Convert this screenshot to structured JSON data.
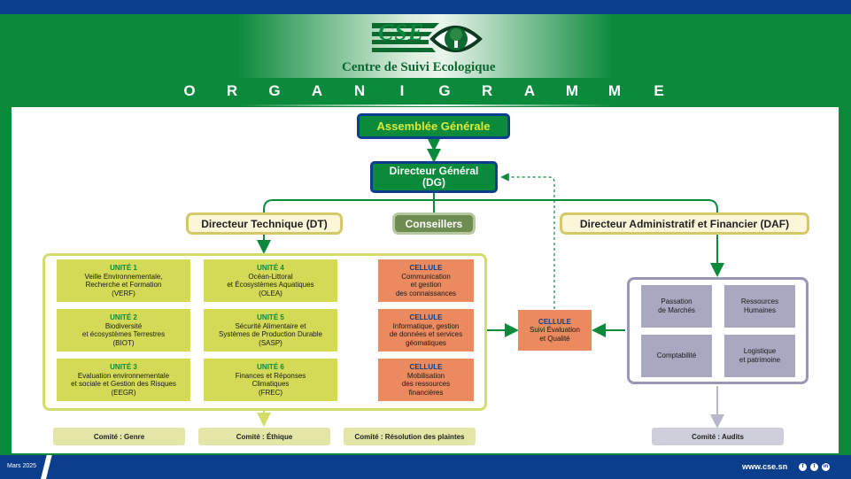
{
  "logo": {
    "acronym": "CSE",
    "name": "Centre de Suivi Ecologique"
  },
  "title_letters": [
    "O",
    "R",
    "G",
    "A",
    "N",
    "I",
    "G",
    "R",
    "A",
    "M",
    "M",
    "E"
  ],
  "nodes": {
    "assemblee": "Assemblée Générale",
    "dg_line1": "Directeur Général",
    "dg_line2": "(DG)",
    "dt": "Directeur Technique (DT)",
    "conseillers": "Conseillers",
    "daf": "Directeur Administratif et Financier (DAF)"
  },
  "units": [
    {
      "tag": "UNITÉ 1",
      "lines": [
        "Veille Environnementale,",
        "Recherche et Formation",
        "(VERF)"
      ]
    },
    {
      "tag": "UNITÉ 2",
      "lines": [
        "Biodiversité",
        "et écosystèmes Terrestres",
        "(BIOT)"
      ]
    },
    {
      "tag": "UNITÉ 3",
      "lines": [
        "Evaluation environnementale",
        "et sociale et Gestion des Risques",
        "(EEGR)"
      ]
    },
    {
      "tag": "UNITÉ 4",
      "lines": [
        "Océan-Littoral",
        "et Écosystèmes Aquatiques",
        "(OLEA)"
      ]
    },
    {
      "tag": "UNITÉ 5",
      "lines": [
        "Sécurité Alimentaire et",
        "Systèmes de Production Durable",
        "(SASP)"
      ]
    },
    {
      "tag": "UNITÉ 6",
      "lines": [
        "Finances et Réponses",
        "Climatiques",
        "(FREC)"
      ]
    }
  ],
  "cellules": [
    {
      "tag": "CELLULE",
      "lines": [
        "Communication",
        "et gestion",
        "des connaissances"
      ]
    },
    {
      "tag": "CELLULE",
      "lines": [
        "Informatique, gestion",
        "de données et services",
        "géomatiques"
      ]
    },
    {
      "tag": "CELLULE",
      "lines": [
        "Mobilisation",
        "des ressources",
        "financières"
      ]
    }
  ],
  "cellule_seq": {
    "tag": "CELLULE",
    "lines": [
      "Suivi Évaluation",
      "et Qualité"
    ]
  },
  "daf_services": [
    {
      "lines": [
        "Passation",
        "de Marchés"
      ]
    },
    {
      "lines": [
        "Ressources",
        "Humaines"
      ]
    },
    {
      "lines": [
        "Comptabilité"
      ]
    },
    {
      "lines": [
        "Logistique",
        "et patrimoine"
      ]
    }
  ],
  "comites": [
    "Comité : Genre",
    "Comité : Éthique",
    "Comité : Résolution des plaintes",
    "Comité : Audits"
  ],
  "footer": {
    "date": "Mars 2025",
    "website": "www.cse.sn",
    "social_icons": [
      "facebook-icon",
      "twitter-icon",
      "linkedin-icon"
    ]
  },
  "colors": {
    "green": "#0c8a3c",
    "navy": "#0b3e8c",
    "unit": "#d4da55",
    "cellule": "#ea8a5e",
    "daf_service": "#a8a8c0"
  }
}
